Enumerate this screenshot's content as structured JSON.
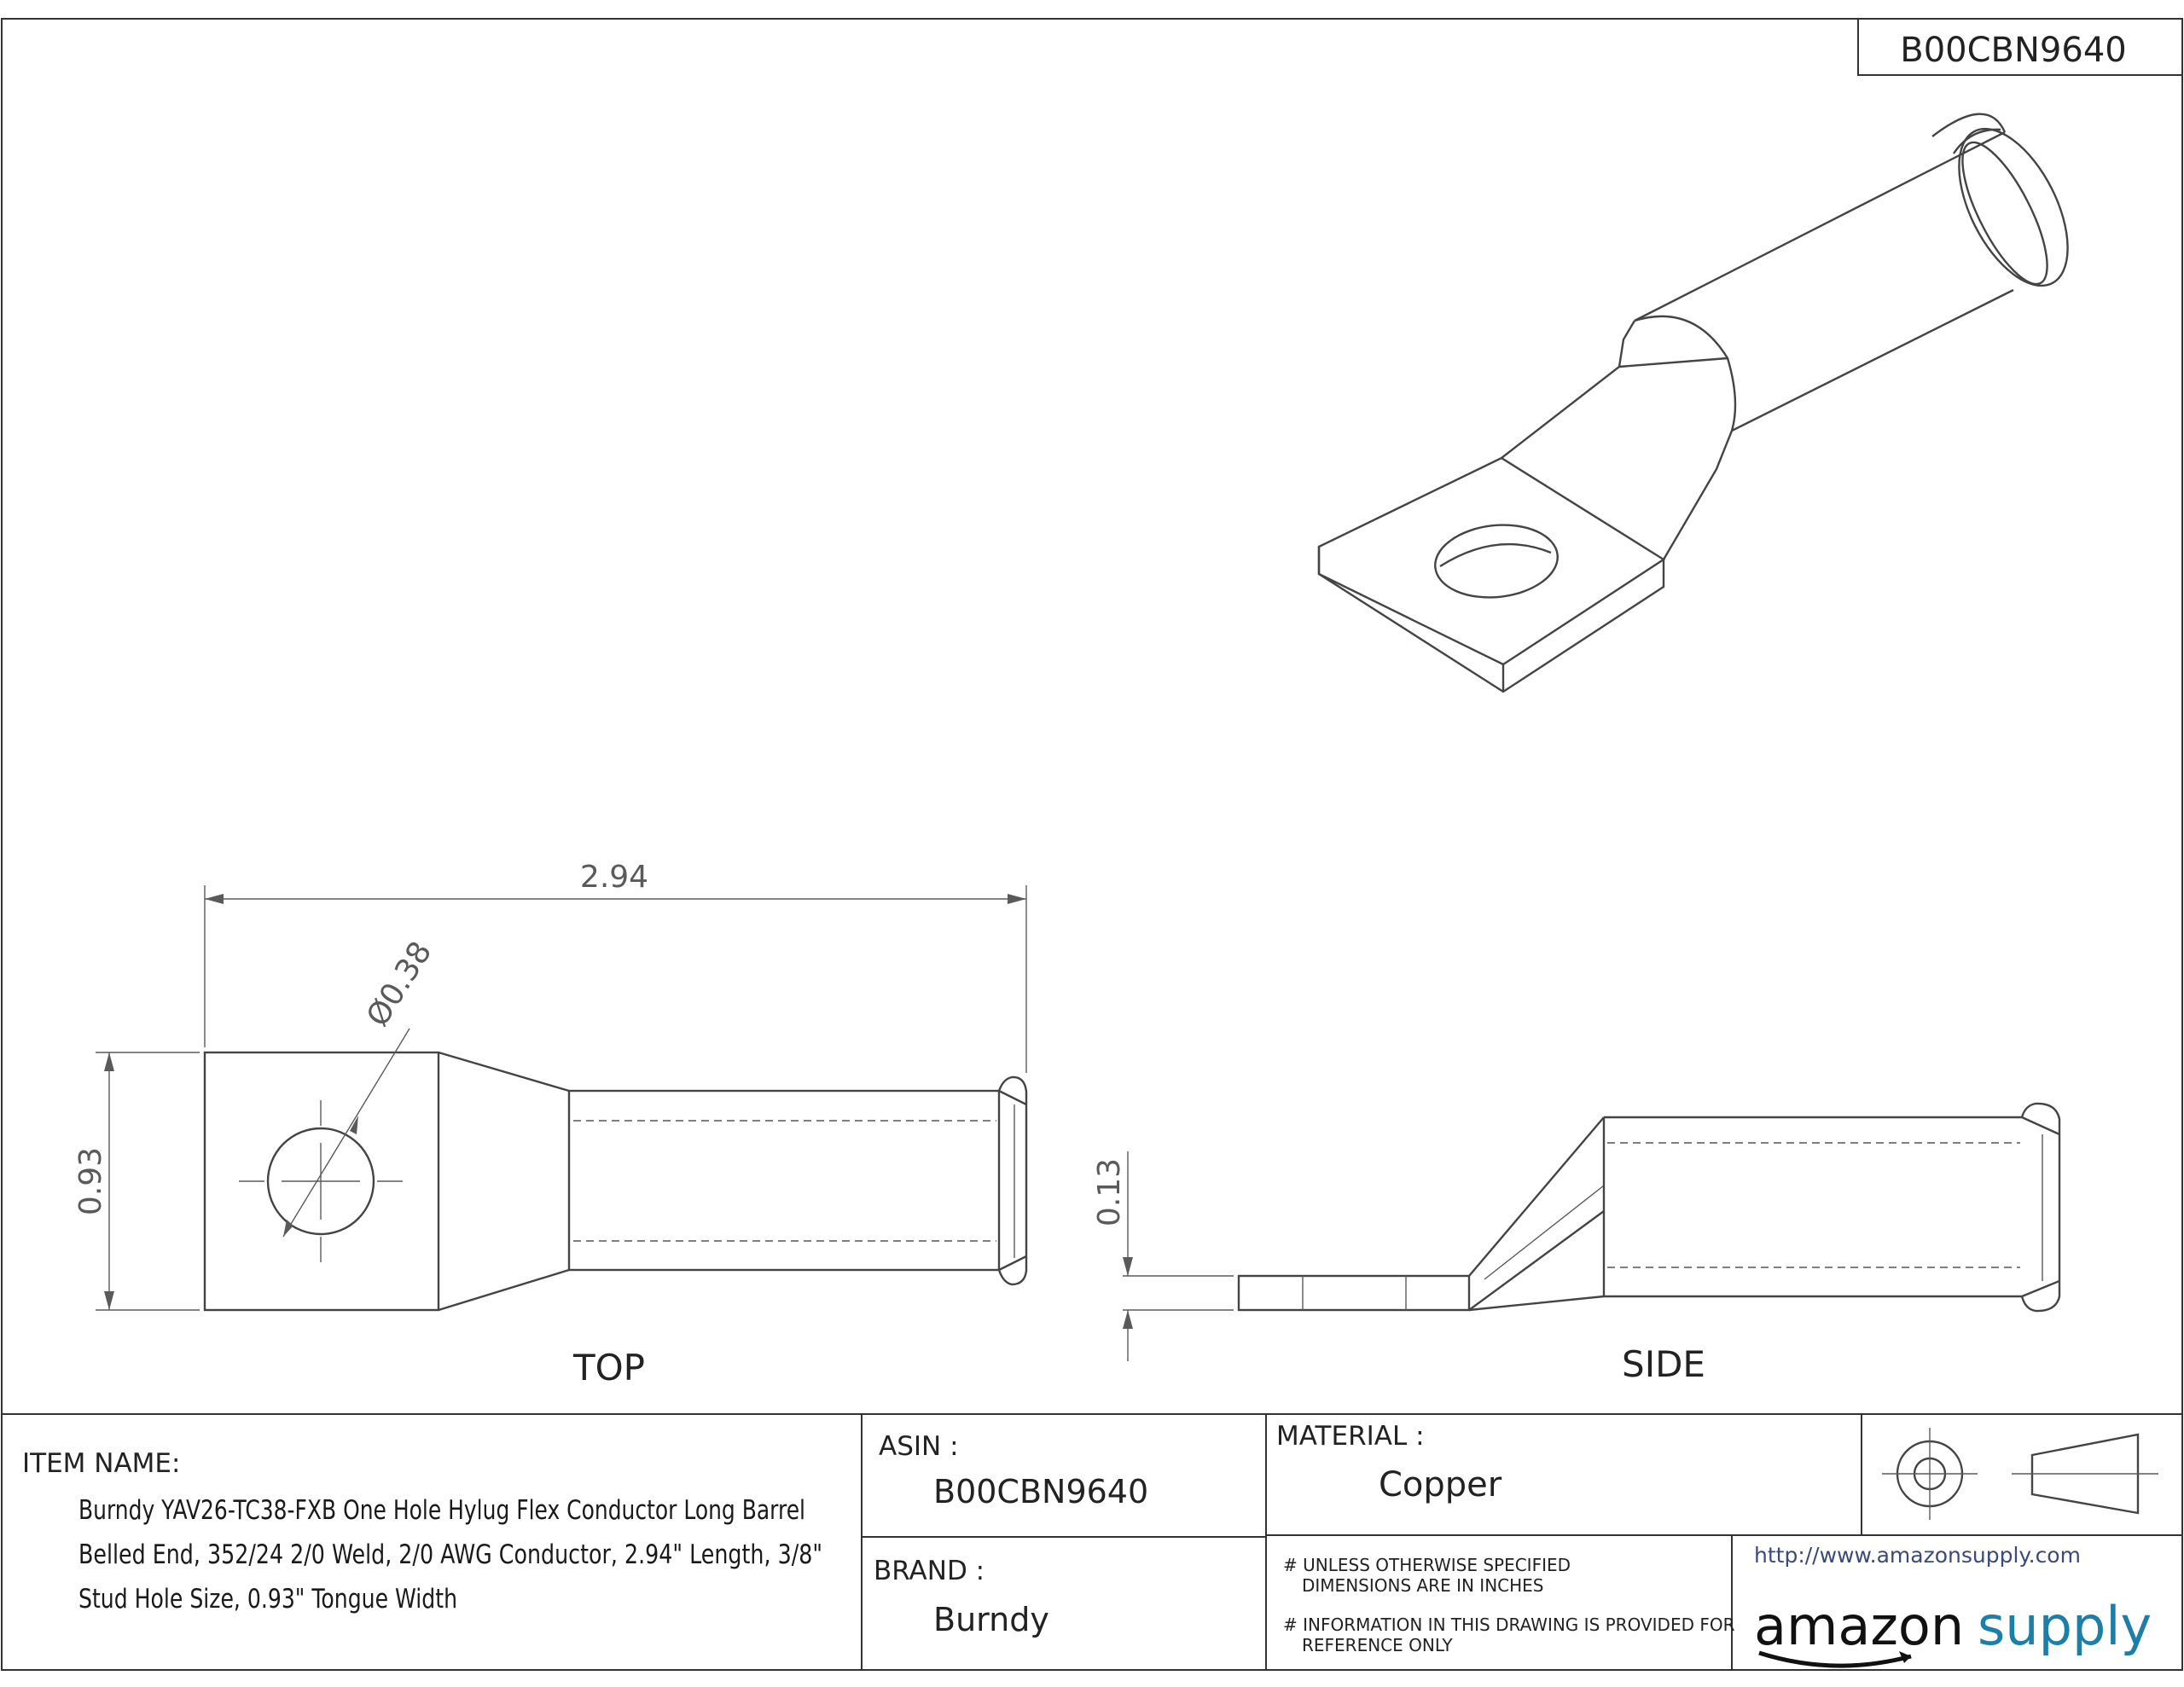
{
  "sheet": {
    "part_number_box": "B00CBN9640"
  },
  "views": {
    "top_label": "TOP",
    "side_label": "SIDE"
  },
  "dimensions": {
    "length": "2.94",
    "hole_diameter": "Ø0.38",
    "tongue_width": "0.93",
    "thickness": "0.13"
  },
  "title_block": {
    "item_name_label": "ITEM NAME:",
    "item_name_lines": [
      "Burndy YAV26-TC38-FXB One Hole Hylug Flex Conductor Long Barrel",
      "Belled End, 352/24 2/0 Weld, 2/0 AWG Conductor, 2.94\" Length, 3/8\"",
      "Stud Hole Size, 0.93\" Tongue Width"
    ],
    "asin_label": "ASIN :",
    "asin_value": "B00CBN9640",
    "brand_label": "BRAND :",
    "brand_value": "Burndy",
    "material_label": "MATERIAL :",
    "material_value": "Copper",
    "note1_line1": "# UNLESS OTHERWISE SPECIFIED",
    "note1_line2": "DIMENSIONS ARE IN INCHES",
    "note2_line1": "# INFORMATION IN THIS DRAWING IS PROVIDED FOR",
    "note2_line2": "REFERENCE ONLY",
    "url": "http://www.amazonsupply.com",
    "logo_word1": "amazon",
    "logo_word2": "supply"
  },
  "colors": {
    "line": "#444444",
    "dimension": "#5a5a5a",
    "brand_blue": "#1b7fa8",
    "link": "#3a4a7a"
  },
  "icons": [
    "projection-symbol-icon",
    "amazon-smile-icon"
  ]
}
